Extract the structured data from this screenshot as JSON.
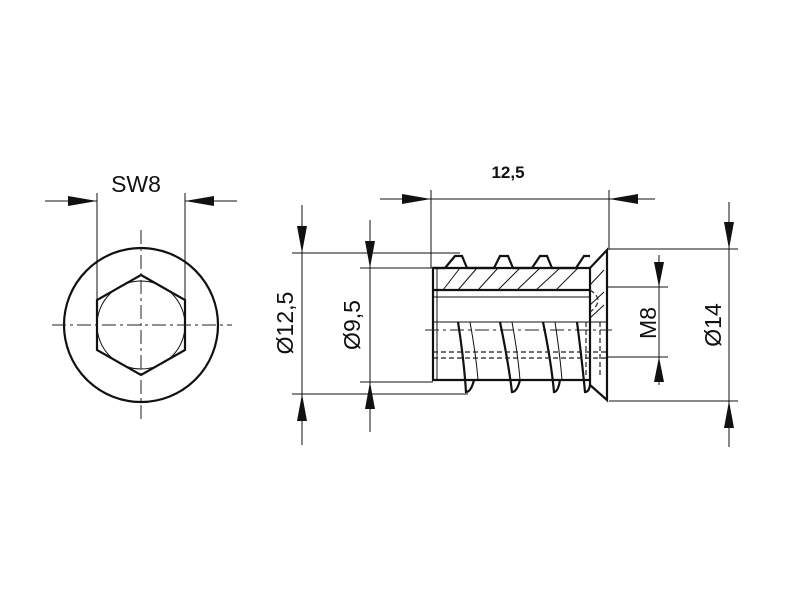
{
  "drawing": {
    "labels": {
      "across_flats": "SW8",
      "overall_length": "12,5",
      "outer_thread_diameter": "Ø12,5",
      "core_diameter": "Ø9,5",
      "internal_thread": "M8",
      "flange_diameter": "Ø14"
    }
  }
}
